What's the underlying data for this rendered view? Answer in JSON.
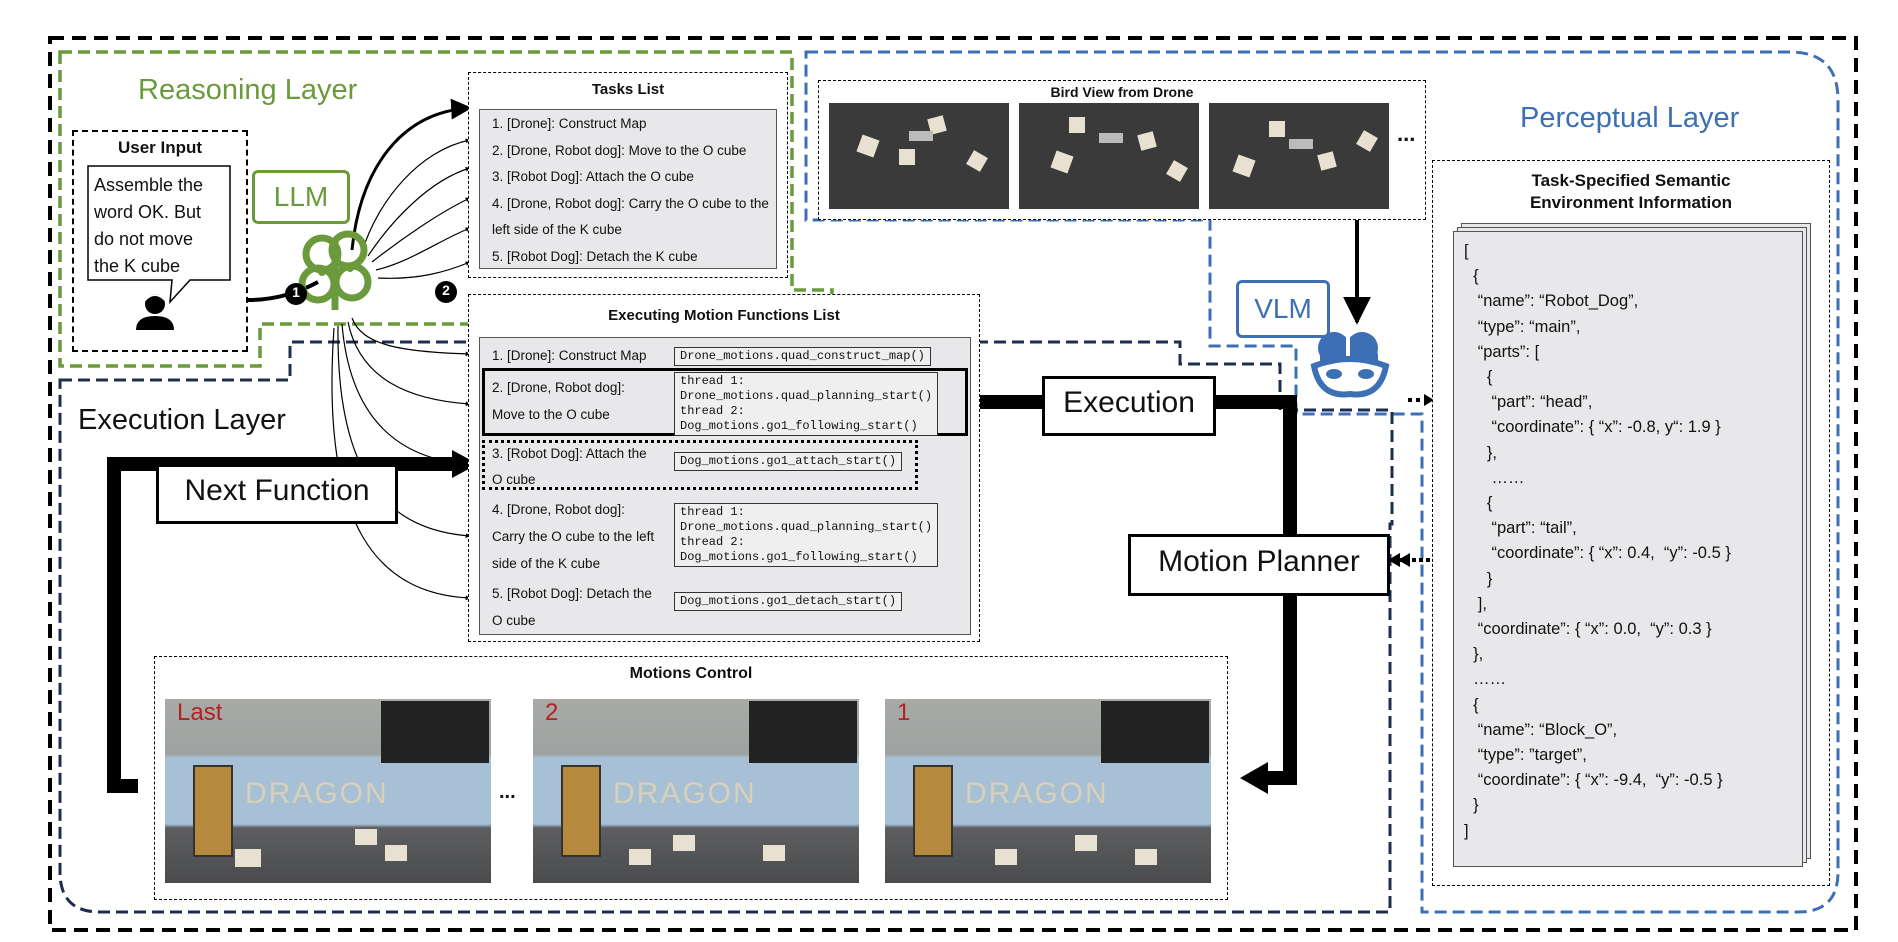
{
  "reasoning_layer": {
    "title": "Reasoning Layer",
    "llm_label": "LLM",
    "user_input": {
      "title": "User Input",
      "speech": [
        "Assemble the",
        "word OK. But",
        "do not move",
        "the K cube"
      ]
    },
    "step_badges": [
      "1",
      "2"
    ]
  },
  "tasks_list": {
    "title": "Tasks List",
    "items": [
      "1. [Drone]: Construct Map",
      "2. [Drone, Robot dog]: Move to the O cube",
      "3. [Robot Dog]: Attach the O cube",
      "4. [Drone, Robot dog]: Carry the O cube to the",
      "left side of the K cube",
      "5. [Robot Dog]: Detach the K cube"
    ]
  },
  "executing_list": {
    "title": "Executing Motion Functions List",
    "items": [
      {
        "label": [
          "1. [Drone]: Construct Map"
        ],
        "code": "Drone_motions.quad_construct_map()"
      },
      {
        "label": [
          "2. [Drone, Robot dog]:",
          "Move to the O cube"
        ],
        "code": "thread 1:\nDrone_motions.quad_planning_start()\nthread 2:\nDog_motions.go1_following_start()"
      },
      {
        "label": [
          "3. [Robot Dog]: Attach the",
          "O cube"
        ],
        "code": "Dog_motions.go1_attach_start()"
      },
      {
        "label": [
          "4. [Drone, Robot dog]:",
          "Carry the O cube to the left",
          "side of the K cube"
        ],
        "code": "thread 1:\nDrone_motions.quad_planning_start()\nthread 2:\nDog_motions.go1_following_start()"
      },
      {
        "label": [
          "5. [Robot Dog]: Detach the",
          "O cube"
        ],
        "code": "Dog_motions.go1_detach_start()"
      }
    ]
  },
  "perceptual_layer": {
    "title": "Perceptual Layer",
    "vlm_label": "VLM",
    "bird_view_title": "Bird View from Drone",
    "bird_view_ellipsis": "...",
    "semantic": {
      "title_line1": "Task-Specified Semantic",
      "title_line2": "Environment Information",
      "lines": [
        "[",
        "  {",
        "   “name”: “Robot_Dog”,",
        "   “type”: “main”,",
        "   “parts”: [",
        "     {",
        "      “part”: “head”,",
        "      “coordinate”: { “x”: -0.8, y“: 1.9 }",
        "     },",
        "      ……",
        "     {",
        "      “part”: “tail”,",
        "      “coordinate”: { “x”: 0.4,  “y”: -0.5 }",
        "     }",
        "   ],",
        "   “coordinate”: { “x”: 0.0,  “y”: 0.3 }",
        "  },",
        "  ……",
        "  {",
        "   “name”: “Block_O”,",
        "   “type”: ”target”,",
        "   “coordinate”: { “x”: -9.4,  “y”: -0.5 }",
        "  }",
        "]"
      ]
    }
  },
  "execution_layer": {
    "title": "Execution Layer",
    "next_function_label": "Next Function",
    "execution_label": "Execution",
    "motion_planner_label": "Motion Planner",
    "motions_control": {
      "title": "Motions Control",
      "frame_labels": [
        "Last",
        "2",
        "1"
      ],
      "ellipsis": "...",
      "wall_text": "DRAGON"
    }
  },
  "colors": {
    "reasoning_green": "#6a9a3c",
    "perceptual_blue": "#3c6fb4",
    "execution_navy": "#1e2d4f",
    "frame_label_red": "#b22222"
  },
  "icons": [
    "brain-icon",
    "vlm-mask-brain-icon",
    "user-icon",
    "speech-bubble-icon"
  ]
}
